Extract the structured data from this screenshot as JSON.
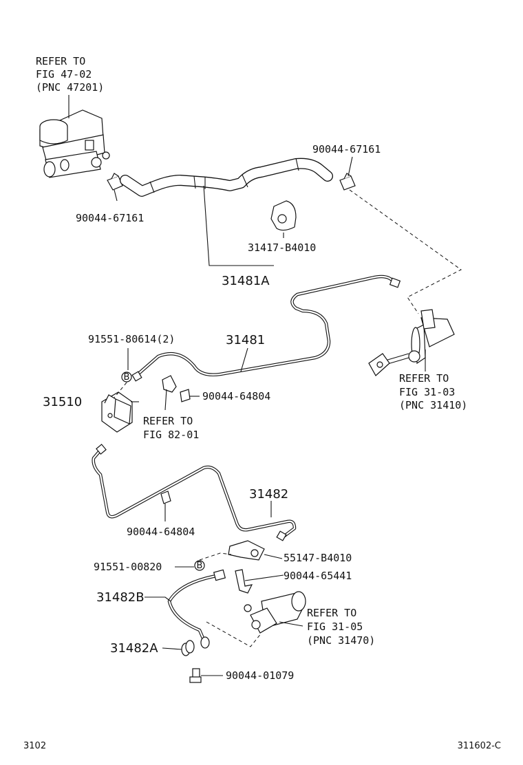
{
  "callouts": {
    "refer_master_1": "REFER TO",
    "refer_master_2": "FIG 47-02",
    "refer_master_3": "(PNC 47201)",
    "clip_left": "90044-67161",
    "clip_right": "90044-67161",
    "gasket": "31417-B4010",
    "hose_assy": "31481A",
    "tube_main": "31481",
    "union_bolt_1": "91551-80614(2)",
    "bracket": "31510",
    "clamp_mid": "90044-64804",
    "refer_82_1": "REFER TO",
    "refer_82_2": "FIG 82-01",
    "refer_master_cyl_1": "REFER TO",
    "refer_master_cyl_2": "FIG 31-03",
    "refer_master_cyl_3": "(PNC 31410)",
    "tube_lower": "31482",
    "clamp_lower": "90044-64804",
    "bracket_lower": "55147-B4010",
    "union_bolt_2": "91551-00820",
    "clip_lower": "90044-65441",
    "hose_flex": "31482B",
    "refer_release_1": "REFER TO",
    "refer_release_2": "FIG 31-05",
    "refer_release_3": "(PNC 31470)",
    "gasket_ring": "31482A",
    "bolt": "90044-01079",
    "marker_b1": "B",
    "marker_b2": "B"
  },
  "footer": {
    "left": "3102",
    "right": "311602-C"
  }
}
